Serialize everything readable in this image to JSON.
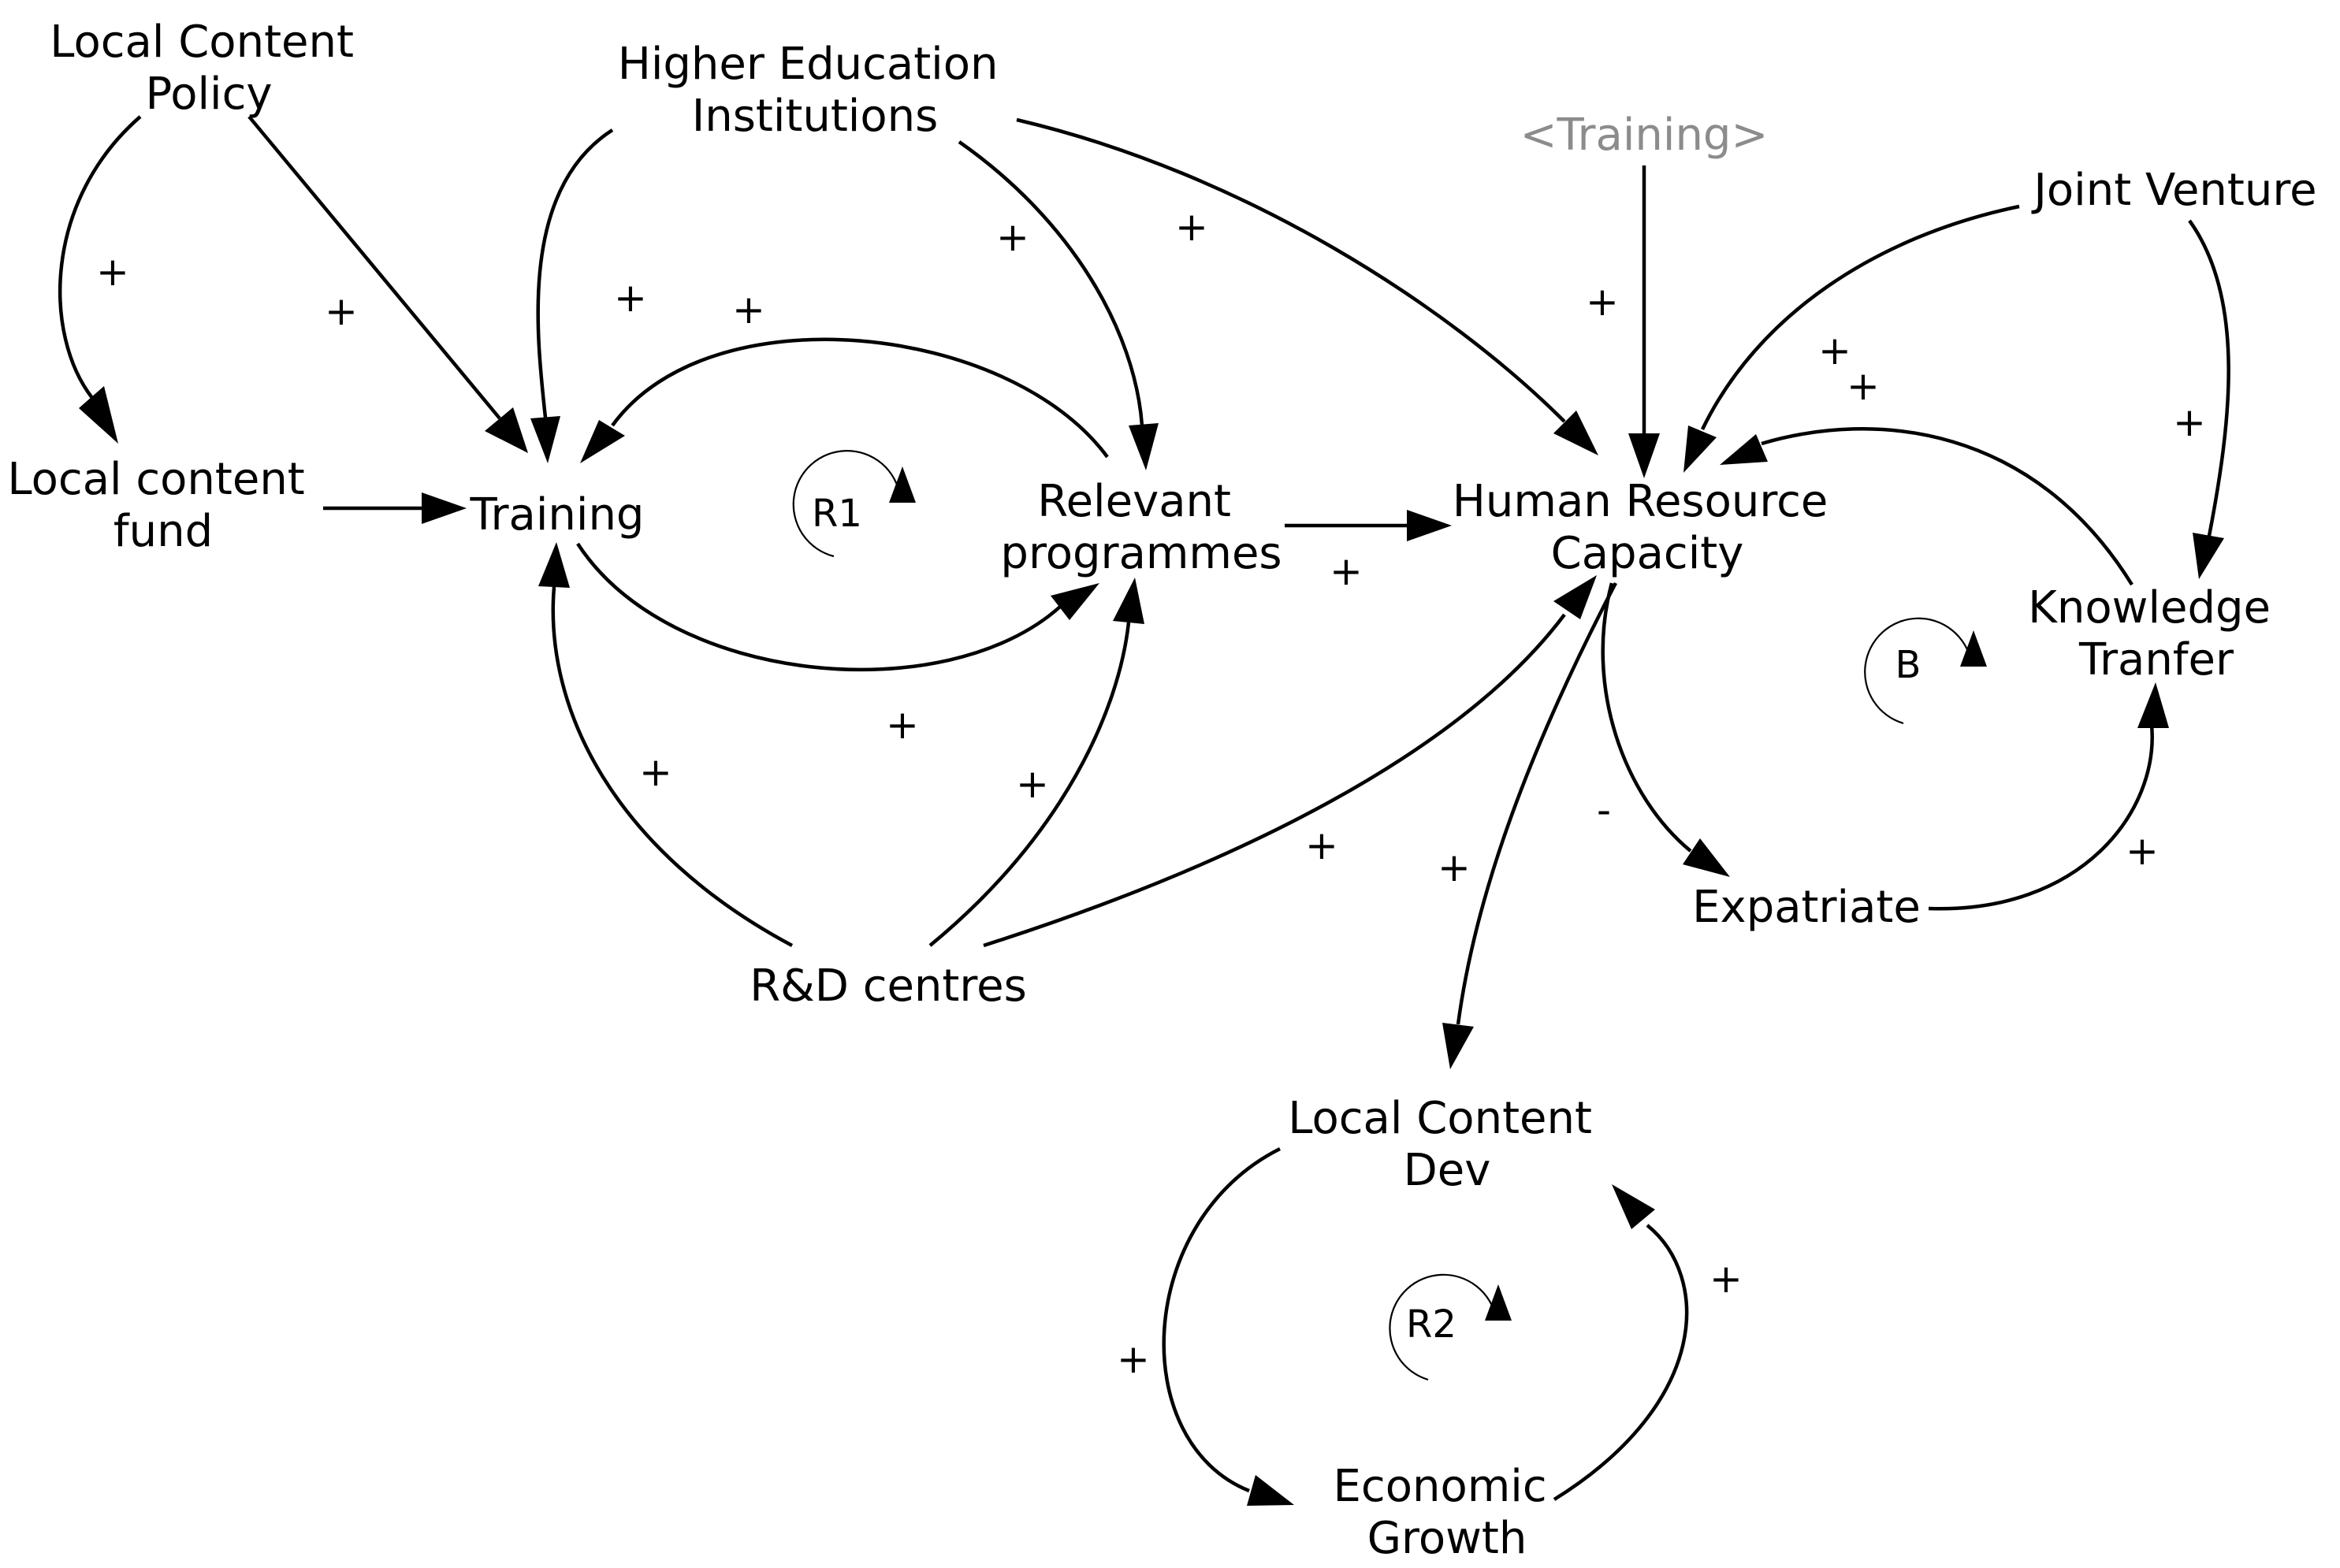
{
  "colors": {
    "ink": "#000000",
    "shadow_variable": "#8c8c8c",
    "background": "#ffffff"
  },
  "nodes": {
    "local_content_policy": [
      "Local Content",
      "Policy"
    ],
    "higher_education": [
      "Higher Education",
      "Institutions"
    ],
    "training_shadow": [
      "<Training>"
    ],
    "joint_venture": [
      "Joint Venture"
    ],
    "local_content_fund": [
      "Local content",
      "fund"
    ],
    "training": [
      "Training"
    ],
    "relevant_programmes": [
      "Relevant",
      "programmes"
    ],
    "human_resource_capacity": [
      "Human Resource",
      "Capacity"
    ],
    "knowledge_transfer": [
      "Knowledge",
      "Tranfer"
    ],
    "expatriate": [
      "Expatriate"
    ],
    "rd_centres": [
      "R&D centres"
    ],
    "local_content_dev": [
      "Local Content",
      "Dev"
    ],
    "economic_growth": [
      "Economic",
      "Growth"
    ]
  },
  "loops": {
    "r1": "R1",
    "b": "B",
    "r2": "R2"
  },
  "polarities": {
    "policy_to_fund": "+",
    "policy_to_training": "+",
    "hei_to_training": "+",
    "relevant_to_training": "+",
    "hei_to_relevant": "+",
    "hei_to_hrc": "+",
    "shadow_to_hrc": "+",
    "jv_to_hrc_1": "+",
    "jv_to_hrc_2": "+",
    "jv_to_kt": "+",
    "relevant_to_hrc": "+",
    "training_to_relevant": "+",
    "rd_to_training": "+",
    "rd_to_relevant": "+",
    "rd_to_hrc": "+",
    "hrc_to_lcd": "+",
    "hrc_to_expatriate": "-",
    "expatriate_to_kt": "+",
    "lcd_to_growth": "+",
    "growth_to_lcd": "+"
  }
}
